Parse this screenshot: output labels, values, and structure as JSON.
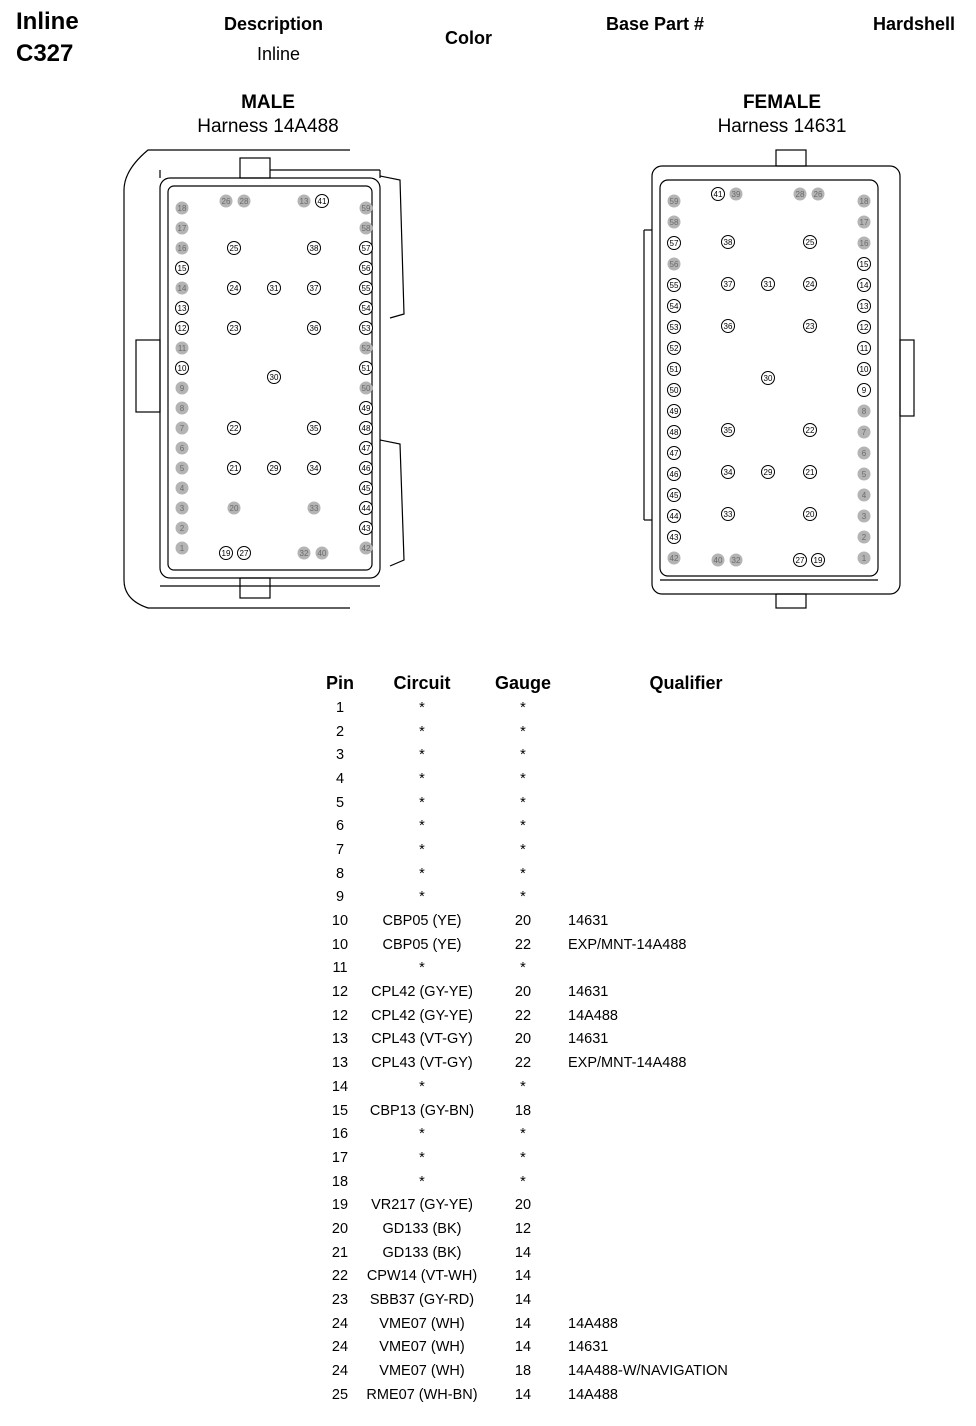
{
  "header": {
    "connector_type": "Inline",
    "connector_id": "C327",
    "description_label": "Description",
    "description_value": "Inline",
    "color_label": "Color",
    "base_part_label": "Base Part #",
    "hardshell_label": "Hardshell"
  },
  "male": {
    "title": "MALE",
    "harness": "Harness 14A488"
  },
  "female": {
    "title": "FEMALE",
    "harness": "Harness 14631"
  },
  "male_pins": {
    "left_col": [
      "18",
      "17",
      "16",
      "15",
      "14",
      "13",
      "12",
      "11",
      "10",
      "9",
      "8",
      "7",
      "6",
      "5",
      "4",
      "3",
      "2",
      "1"
    ],
    "right_col": [
      "59",
      "58",
      "57",
      "56",
      "55",
      "54",
      "53",
      "52",
      "51",
      "50",
      "49",
      "48",
      "47",
      "46",
      "45",
      "44",
      "43",
      "42"
    ],
    "top": [
      "26",
      "28",
      "13",
      "41"
    ],
    "bottom": [
      "19",
      "27",
      "32",
      "40"
    ],
    "inner": [
      [
        "25",
        "38"
      ],
      [
        "24",
        "31",
        "37"
      ],
      [
        "23",
        "36"
      ],
      [
        "30"
      ],
      [
        "22",
        "35"
      ],
      [
        "21",
        "29",
        "34"
      ],
      [
        "20",
        "33"
      ]
    ]
  },
  "female_pins": {
    "left_col": [
      "59",
      "58",
      "57",
      "56",
      "55",
      "54",
      "53",
      "52",
      "51",
      "50",
      "49",
      "48",
      "47",
      "46",
      "45",
      "44",
      "43",
      "42"
    ],
    "right_col": [
      "18",
      "17",
      "16",
      "15",
      "14",
      "13",
      "12",
      "11",
      "10",
      "9",
      "8",
      "7",
      "6",
      "5",
      "4",
      "3",
      "2",
      "1"
    ],
    "top": [
      "41",
      "39",
      "28",
      "26"
    ],
    "bottom": [
      "40",
      "32",
      "27",
      "19"
    ],
    "inner": [
      [
        "38",
        "25"
      ],
      [
        "37",
        "31",
        "24"
      ],
      [
        "36",
        "23"
      ],
      [
        "30"
      ],
      [
        "35",
        "22"
      ],
      [
        "34",
        "29",
        "21"
      ],
      [
        "33",
        "20"
      ]
    ]
  },
  "table": {
    "headers": {
      "pin": "Pin",
      "circuit": "Circuit",
      "gauge": "Gauge",
      "qualifier": "Qualifier"
    },
    "rows": [
      {
        "pin": "1",
        "circuit": "*",
        "gauge": "*",
        "qualifier": ""
      },
      {
        "pin": "2",
        "circuit": "*",
        "gauge": "*",
        "qualifier": ""
      },
      {
        "pin": "3",
        "circuit": "*",
        "gauge": "*",
        "qualifier": ""
      },
      {
        "pin": "4",
        "circuit": "*",
        "gauge": "*",
        "qualifier": ""
      },
      {
        "pin": "5",
        "circuit": "*",
        "gauge": "*",
        "qualifier": ""
      },
      {
        "pin": "6",
        "circuit": "*",
        "gauge": "*",
        "qualifier": ""
      },
      {
        "pin": "7",
        "circuit": "*",
        "gauge": "*",
        "qualifier": ""
      },
      {
        "pin": "8",
        "circuit": "*",
        "gauge": "*",
        "qualifier": ""
      },
      {
        "pin": "9",
        "circuit": "*",
        "gauge": "*",
        "qualifier": ""
      },
      {
        "pin": "10",
        "circuit": "CBP05 (YE)",
        "gauge": "20",
        "qualifier": "14631"
      },
      {
        "pin": "10",
        "circuit": "CBP05 (YE)",
        "gauge": "22",
        "qualifier": "EXP/MNT-14A488"
      },
      {
        "pin": "11",
        "circuit": "*",
        "gauge": "*",
        "qualifier": ""
      },
      {
        "pin": "12",
        "circuit": "CPL42 (GY-YE)",
        "gauge": "20",
        "qualifier": "14631"
      },
      {
        "pin": "12",
        "circuit": "CPL42 (GY-YE)",
        "gauge": "22",
        "qualifier": "14A488"
      },
      {
        "pin": "13",
        "circuit": "CPL43 (VT-GY)",
        "gauge": "20",
        "qualifier": "14631"
      },
      {
        "pin": "13",
        "circuit": "CPL43 (VT-GY)",
        "gauge": "22",
        "qualifier": "EXP/MNT-14A488"
      },
      {
        "pin": "14",
        "circuit": "*",
        "gauge": "*",
        "qualifier": ""
      },
      {
        "pin": "15",
        "circuit": "CBP13 (GY-BN)",
        "gauge": "18",
        "qualifier": ""
      },
      {
        "pin": "16",
        "circuit": "*",
        "gauge": "*",
        "qualifier": ""
      },
      {
        "pin": "17",
        "circuit": "*",
        "gauge": "*",
        "qualifier": ""
      },
      {
        "pin": "18",
        "circuit": "*",
        "gauge": "*",
        "qualifier": ""
      },
      {
        "pin": "19",
        "circuit": "VR217 (GY-YE)",
        "gauge": "20",
        "qualifier": ""
      },
      {
        "pin": "20",
        "circuit": "GD133 (BK)",
        "gauge": "12",
        "qualifier": ""
      },
      {
        "pin": "21",
        "circuit": "GD133 (BK)",
        "gauge": "14",
        "qualifier": ""
      },
      {
        "pin": "22",
        "circuit": "CPW14 (VT-WH)",
        "gauge": "14",
        "qualifier": ""
      },
      {
        "pin": "23",
        "circuit": "SBB37 (GY-RD)",
        "gauge": "14",
        "qualifier": ""
      },
      {
        "pin": "24",
        "circuit": "VME07 (WH)",
        "gauge": "14",
        "qualifier": "14A488"
      },
      {
        "pin": "24",
        "circuit": "VME07 (WH)",
        "gauge": "14",
        "qualifier": "14631"
      },
      {
        "pin": "24",
        "circuit": "VME07 (WH)",
        "gauge": "18",
        "qualifier": "14A488-W/NAVIGATION"
      },
      {
        "pin": "25",
        "circuit": "RME07 (WH-BN)",
        "gauge": "14",
        "qualifier": "14A488"
      }
    ]
  },
  "colors": {
    "ink": "#000000",
    "unused_pin": "#b4b4b4"
  }
}
